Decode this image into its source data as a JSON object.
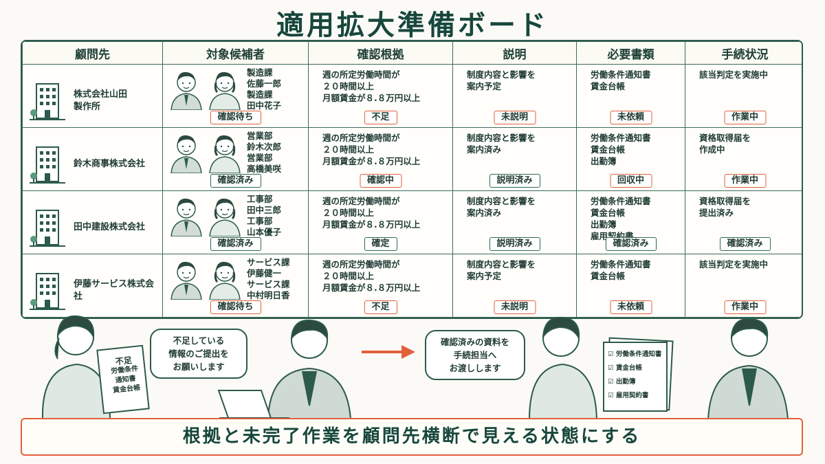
{
  "title": "適用拡大準備ボード",
  "columns": [
    "顧問先",
    "対象候補者",
    "確認根拠",
    "説明",
    "必要書類",
    "手続状況"
  ],
  "rows": [
    {
      "client": [
        "株式会社山田",
        "製作所"
      ],
      "people": [
        "製造課",
        "佐藤一郎",
        "製造課",
        "田中花子"
      ],
      "people_status": "確認待ち",
      "basis": [
        "週の所定労働時間が",
        "２０時間以上",
        "月額賃金が８.８万円以上"
      ],
      "basis_status": "不足",
      "explain": [
        "制度内容と影響を",
        "案内予定"
      ],
      "explain_status": "未説明",
      "docs": [
        "労働条件通知書",
        "賃金台帳"
      ],
      "docs_status": "未依頼",
      "proc": [
        "該当判定を実施中"
      ],
      "proc_status": "作業中"
    },
    {
      "client": [
        "鈴木商事株式会社"
      ],
      "people": [
        "営業部",
        "鈴木次郎",
        "営業部",
        "高橋美咲"
      ],
      "people_status": "確認済み",
      "basis": [
        "週の所定労働時間が",
        "２０時間以上",
        "月額賃金が８.８万円以上"
      ],
      "basis_status": "確認中",
      "explain": [
        "制度内容と影響を",
        "案内済み"
      ],
      "explain_status": "説明済み",
      "docs": [
        "労働条件通知書",
        "賃金台帳",
        "出勤簿"
      ],
      "docs_status": "回収中",
      "proc": [
        "資格取得届を",
        "作成中"
      ],
      "proc_status": "作業中"
    },
    {
      "client": [
        "田中建設株式会社"
      ],
      "people": [
        "工事部",
        "田中三郎",
        "工事部",
        "山本優子"
      ],
      "people_status": "確認済み",
      "basis": [
        "週の所定労働時間が",
        "２０時間以上",
        "月額賃金が８.８万円以上"
      ],
      "basis_status": "確定",
      "explain": [
        "制度内容と影響を",
        "案内済み"
      ],
      "explain_status": "説明済み",
      "docs": [
        "労働条件通知書",
        "賃金台帳",
        "出勤簿",
        "雇用契約書"
      ],
      "docs_status": "確認済み",
      "proc": [
        "資格取得届を",
        "提出済み"
      ],
      "proc_status": "確認済み"
    },
    {
      "client": [
        "伊藤サービス株式会社"
      ],
      "people": [
        "サービス課",
        "伊藤健一",
        "サービス課",
        "中村明日香"
      ],
      "people_status": "確認待ち",
      "basis": [
        "週の所定労働時間が",
        "２０時間以上",
        "月額賃金が８.８万円以上"
      ],
      "basis_status": "不足",
      "explain": [
        "制度内容と影響を",
        "案内予定"
      ],
      "explain_status": "未説明",
      "docs": [
        "労働条件通知書",
        "賃金台帳"
      ],
      "docs_status": "未依頼",
      "proc": [
        "該当判定を実施中"
      ],
      "proc_status": "作業中"
    }
  ],
  "scene": {
    "bubble_left": [
      "不足している",
      "情報のご提出を",
      "お願いします"
    ],
    "paper_left": [
      "不足",
      "労働条件",
      "通知書",
      "賃金台帳"
    ],
    "bubble_right": [
      "確認済みの資料を",
      "手続担当へ",
      "お渡しします"
    ],
    "checklist": [
      "労働条件通知書",
      "賃金台帳",
      "出勤簿",
      "雇用契約書"
    ]
  },
  "footer": "根拠と未完了作業を顧問先横断で見える状態にする",
  "colors": {
    "green": "#2c5a4b",
    "orange": "#e0613a"
  },
  "icons": [
    "building-icon",
    "employee-icon",
    "check-icon",
    "arrow-right-icon",
    "laptop-icon"
  ]
}
